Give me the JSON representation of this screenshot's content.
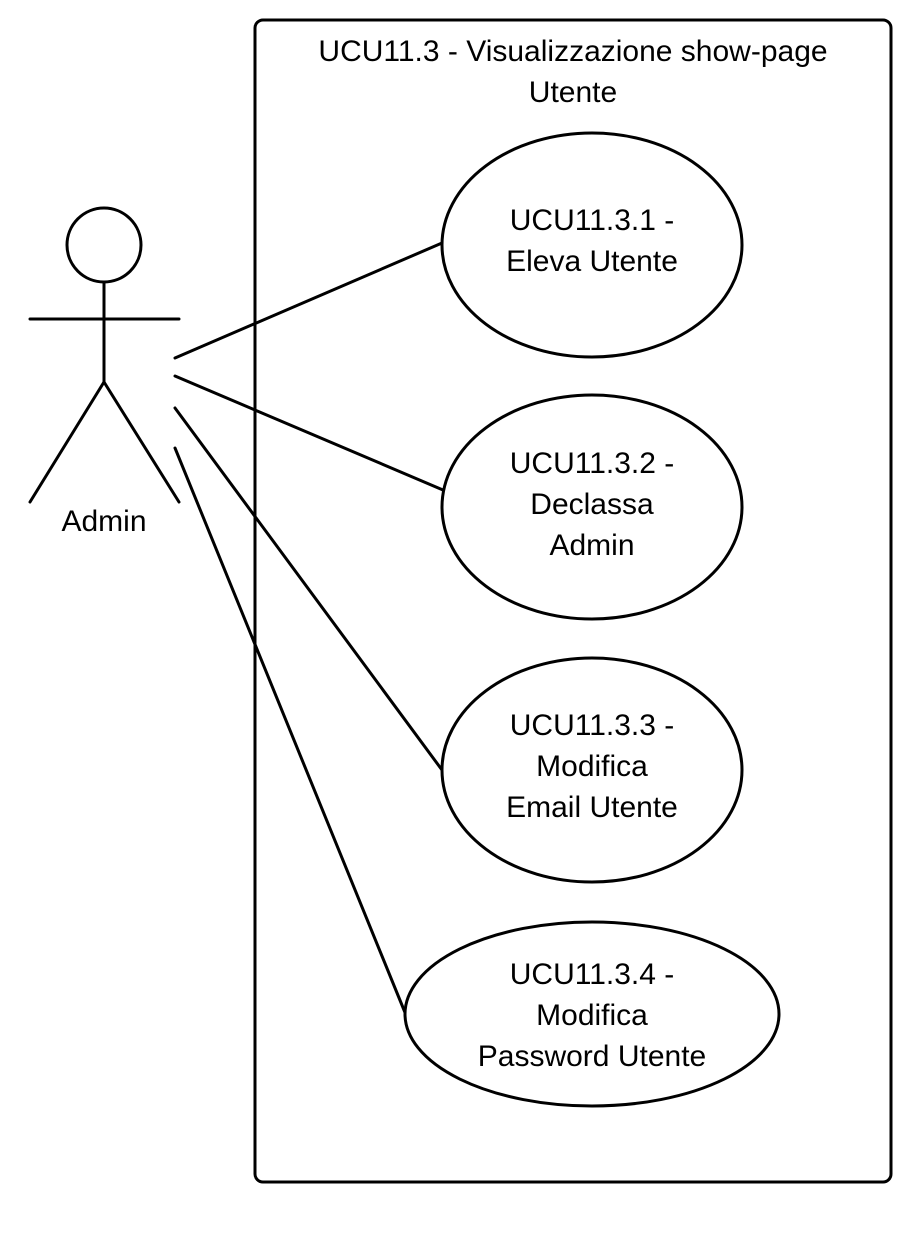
{
  "system": {
    "title_line1": "UCU11.3 - Visualizzazione show-page",
    "title_line2": "Utente"
  },
  "actor": {
    "name": "Admin"
  },
  "use_cases": [
    {
      "lines": [
        "UCU11.3.1 -",
        "Eleva Utente"
      ]
    },
    {
      "lines": [
        "UCU11.3.2 -",
        "Declassa",
        "Admin"
      ]
    },
    {
      "lines": [
        "UCU11.3.3 -",
        "Modifica",
        "Email Utente"
      ]
    },
    {
      "lines": [
        "UCU11.3.4 -",
        "Modifica",
        "Password Utente"
      ]
    }
  ],
  "colors": {
    "stroke": "#000000",
    "background": "#ffffff"
  }
}
